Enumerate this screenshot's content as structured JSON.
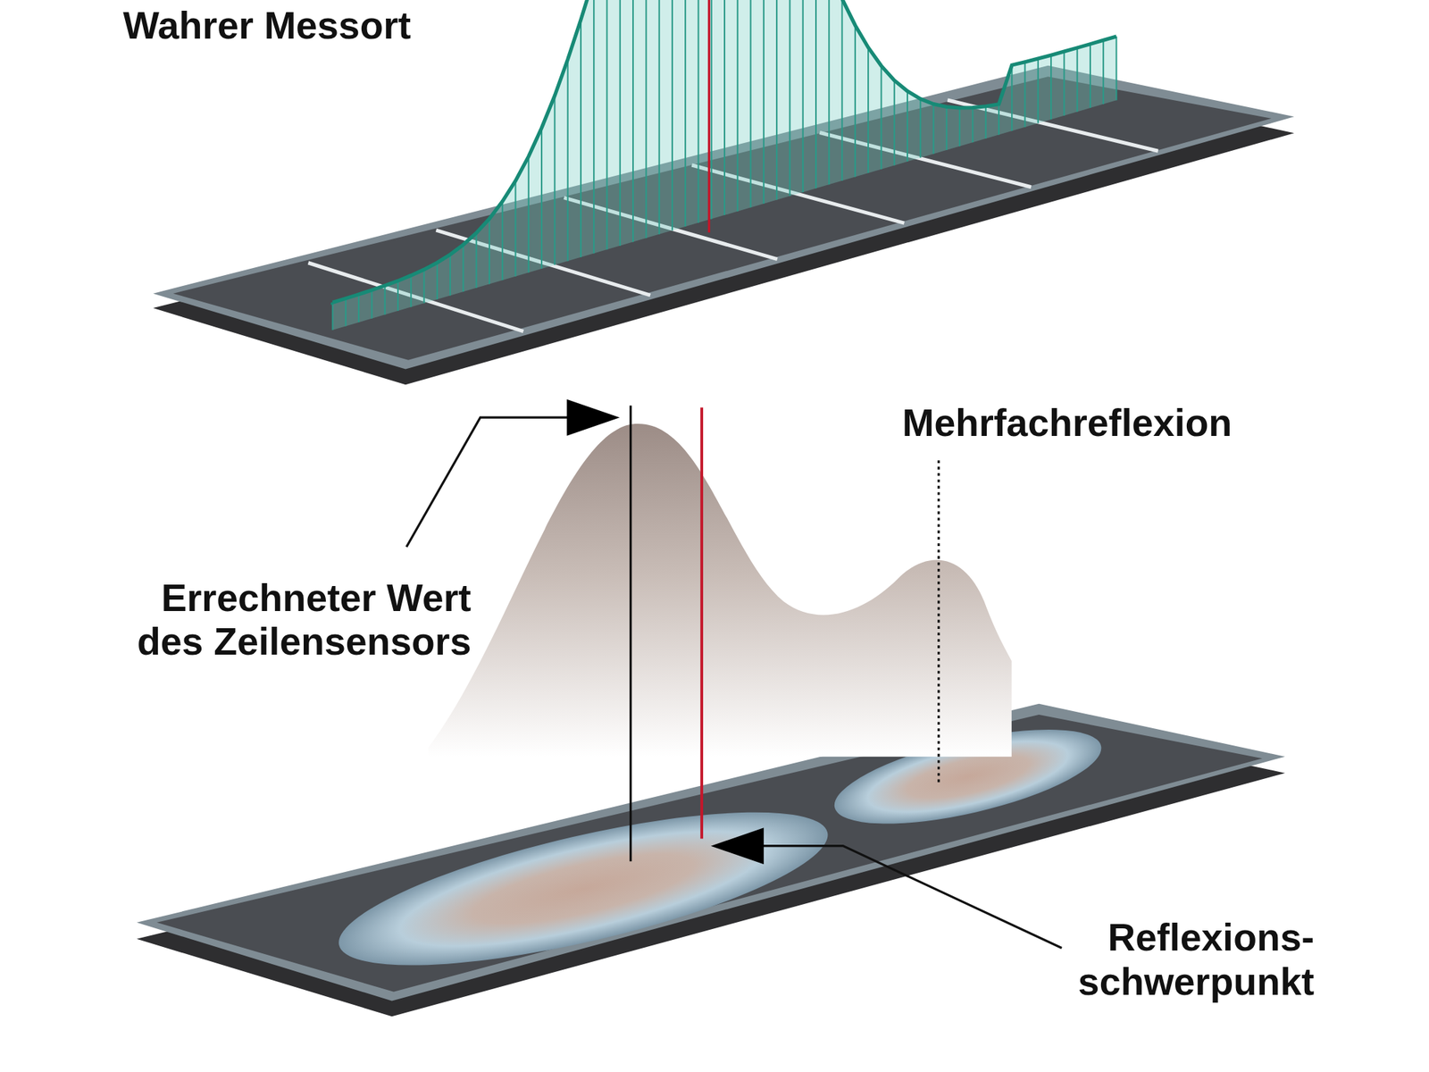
{
  "diagram": {
    "labels": [
      "Wahrer Messort",
      "Mehrfachreflexion",
      "Errechneter Wert des Zeilensensors",
      "Reflexions- schwerpunkt"
    ]
  }
}
